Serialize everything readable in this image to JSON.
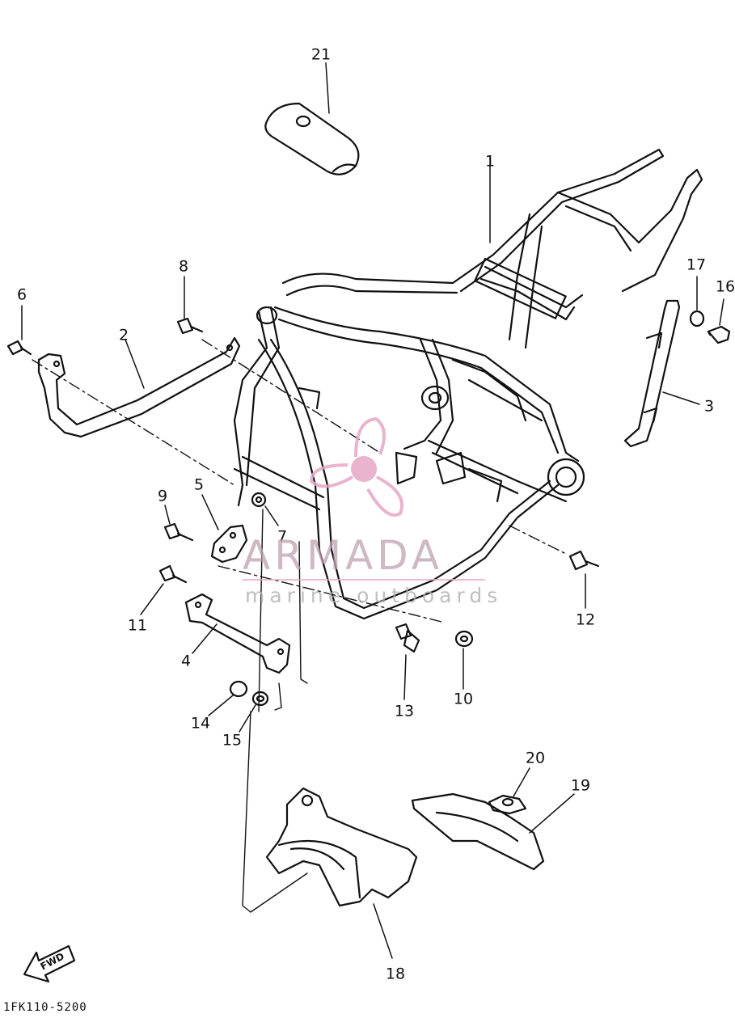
{
  "callouts": [
    "21",
    "1",
    "8",
    "6",
    "2",
    "17",
    "16",
    "3",
    "9",
    "5",
    "7",
    "11",
    "4",
    "12",
    "13",
    "10",
    "14",
    "15",
    "20",
    "19",
    "18"
  ],
  "parts": {
    "frame": "frame-main",
    "seat-pad": "part-21",
    "front-down-tube-bracket": "part-2",
    "rear-stay": "part-3",
    "engine-bracket": "part-4",
    "gusset-plate": "part-5",
    "under-cover-front": "part-18",
    "under-cover-rear": "part-19",
    "grommet": "part-20"
  },
  "watermark": {
    "brand": "ARMADA",
    "tagline": "marine outboards",
    "accent_color": "#e7a6c6",
    "text_color": "#b9a0ad"
  },
  "arrow_label": "FWD",
  "part_code": "1FK110-5200",
  "line_color": "#111111"
}
